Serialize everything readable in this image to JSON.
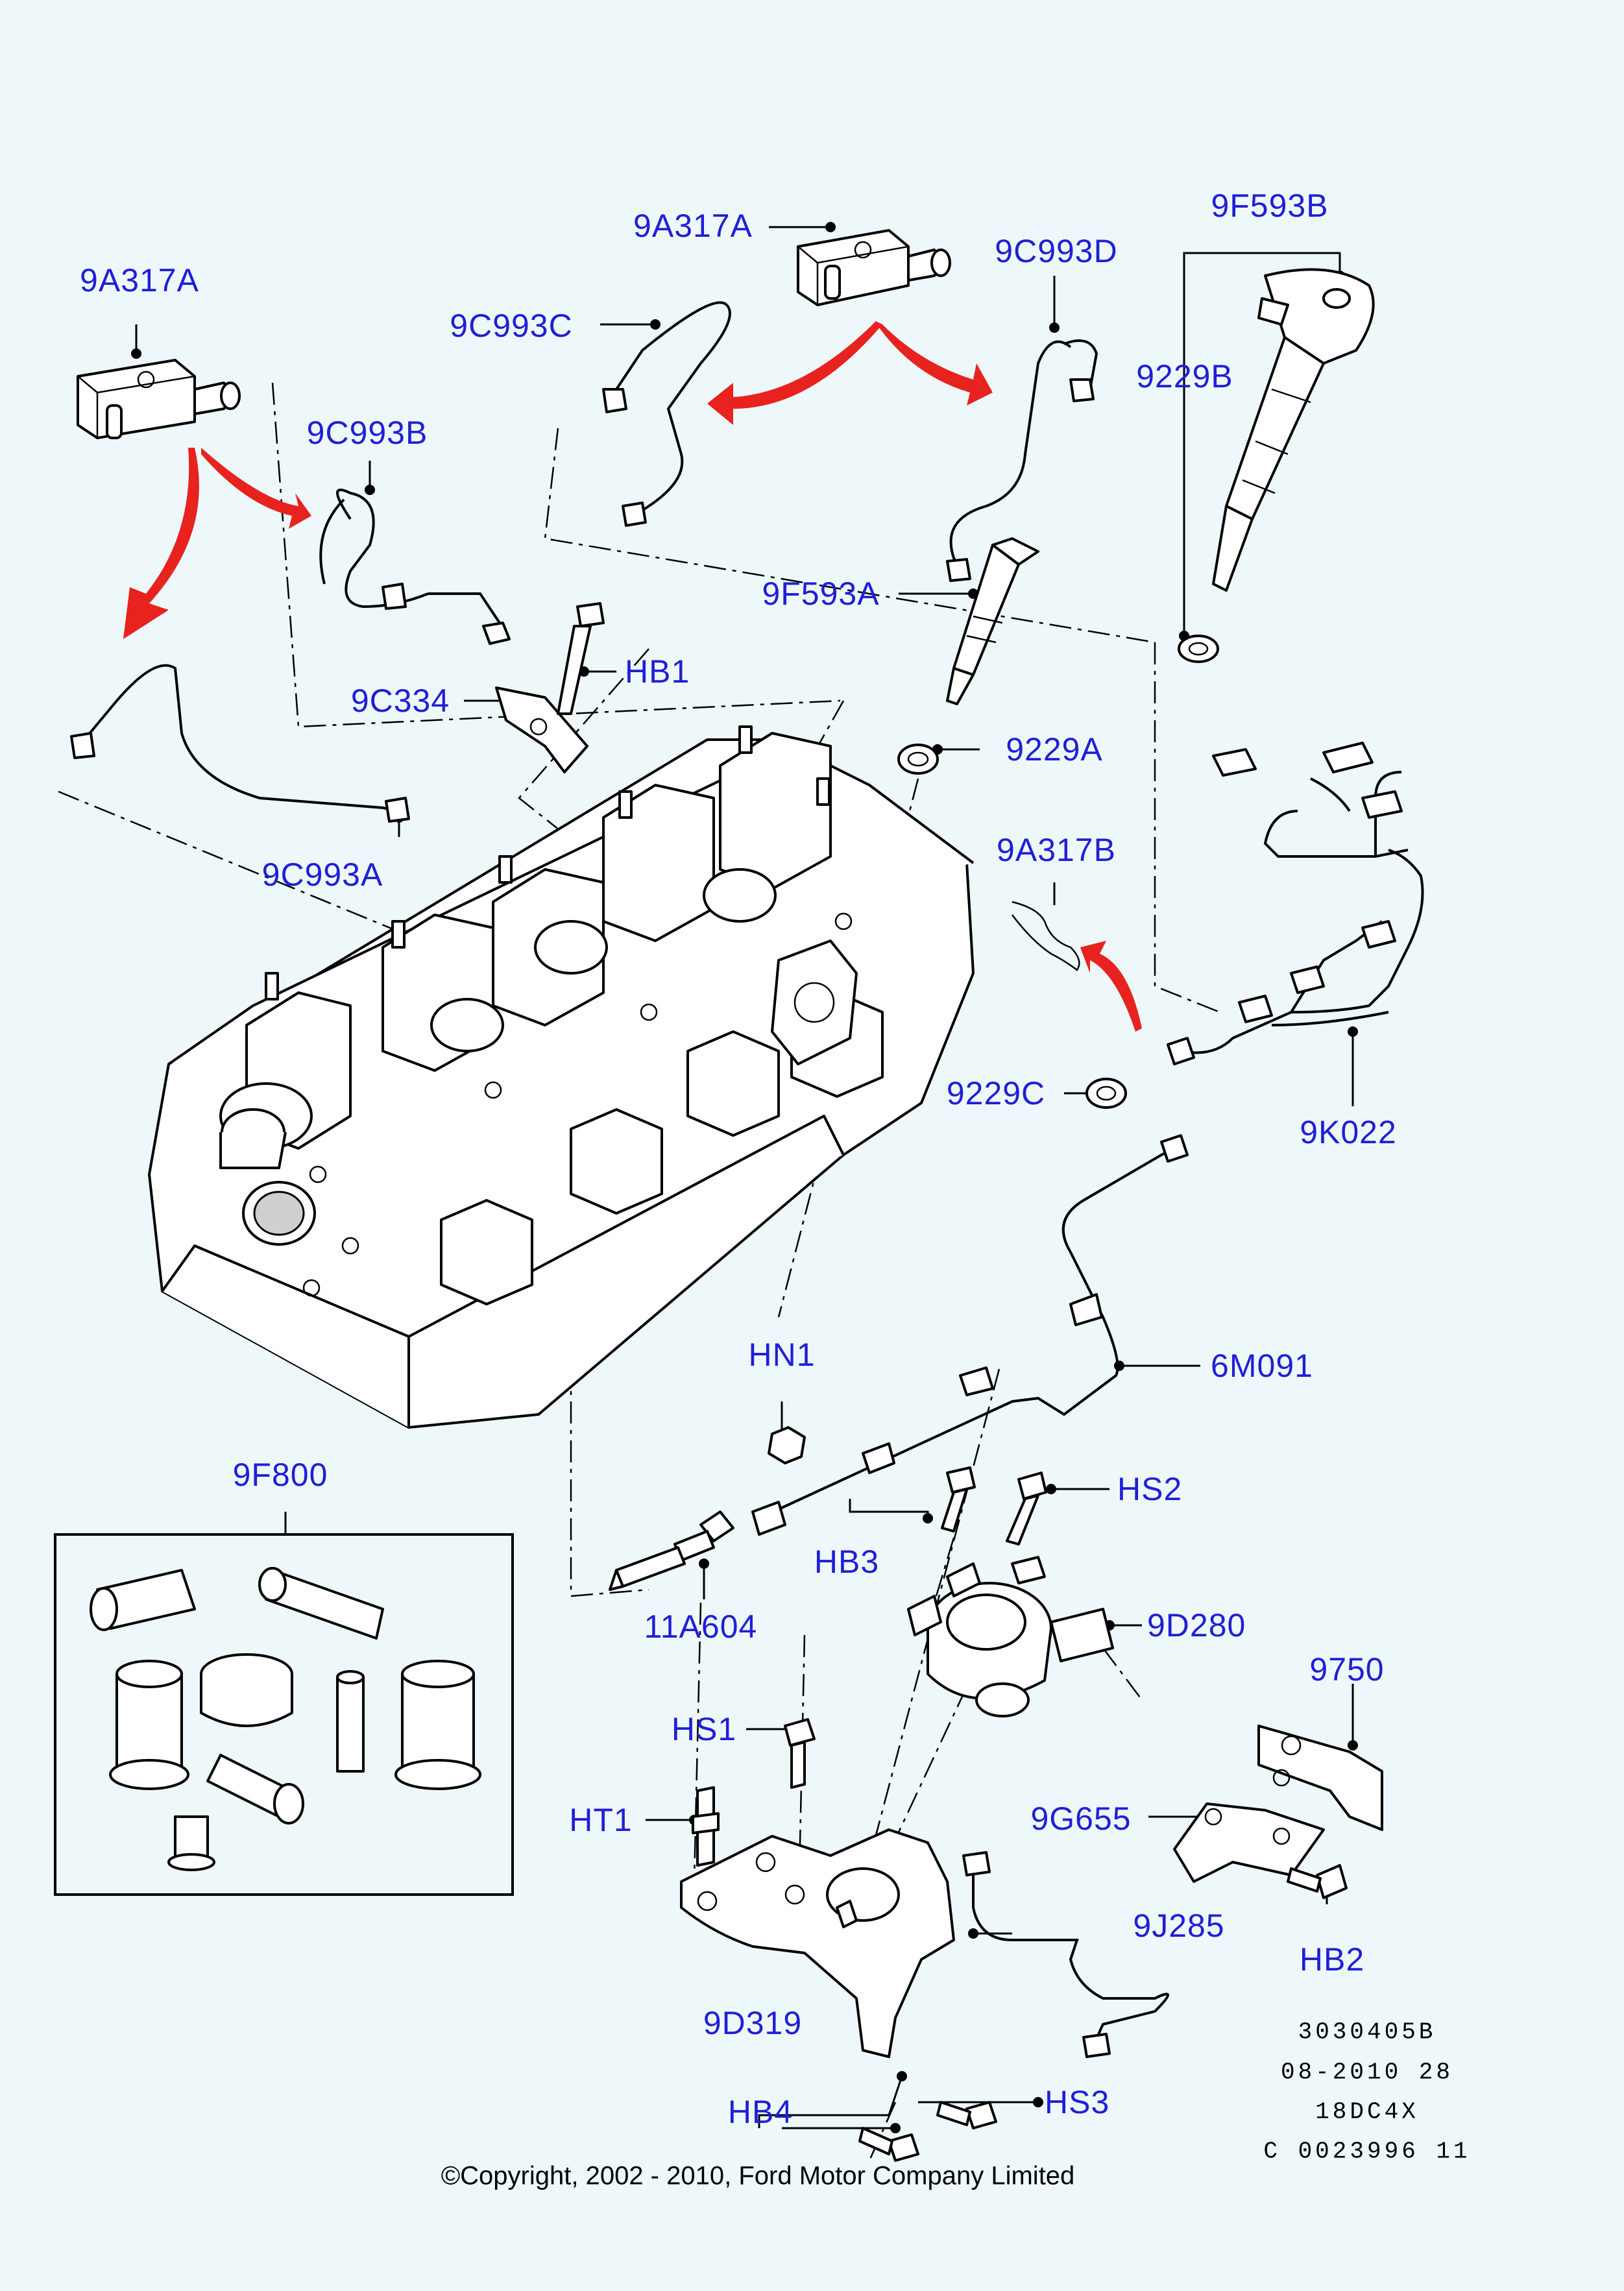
{
  "labels": {
    "p9a317a_left": "9A317A",
    "p9a317a_top": "9A317A",
    "p9c993c": "9C993C",
    "p9c993d": "9C993D",
    "p9f593b": "9F593B",
    "p9229b": "9229B",
    "p9c993b": "9C993B",
    "p9f593a": "9F593A",
    "phb1": "HB1",
    "p9c334": "9C334",
    "p9229a": "9229A",
    "p9a317b": "9A317B",
    "p9c993a": "9C993A",
    "p9229c": "9229C",
    "p9k022": "9K022",
    "p6m091": "6M091",
    "phn1": "HN1",
    "p9f800": "9F800",
    "phs2": "HS2",
    "phb3": "HB3",
    "p9d280": "9D280",
    "p11a604": "11A604",
    "p9750": "9750",
    "phs1": "HS1",
    "pht1": "HT1",
    "p9g655": "9G655",
    "p9j285": "9J285",
    "phb2": "HB2",
    "p9d319": "9D319",
    "phb4": "HB4",
    "phs3": "HS3"
  },
  "reference": {
    "line1": "3030405B",
    "line2": "08-2010 28",
    "line3": "18DC4X",
    "line4": "C 0023996 11"
  },
  "copyright": "©Copyright, 2002 - 2010, Ford Motor Company Limited",
  "colors": {
    "background": "#EEF8FA",
    "label_text": "#1F1FD6",
    "callout_arrow": "#E8221E"
  }
}
